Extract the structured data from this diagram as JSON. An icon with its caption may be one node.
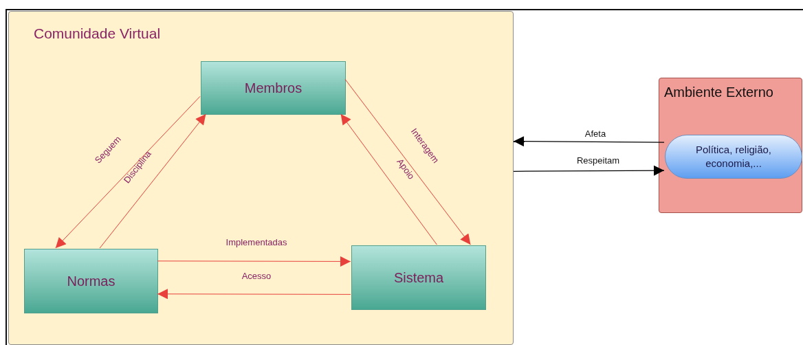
{
  "diagram": {
    "nodes": [
      {
        "text": [
          "Comunidade Virtual"
        ]
      },
      {
        "text": [
          "Membros"
        ],
        "in": 0
      },
      {
        "text": [
          "Normas"
        ],
        "in": 0
      },
      {
        "text": [
          "Sistema"
        ],
        "in": 0
      },
      {
        "text": [
          "Ambiente Externo"
        ]
      },
      {
        "text": [
          "Política, religião, economia,..."
        ],
        "in": 4
      }
    ],
    "edges": [
      {
        "from": 1,
        "to": 2,
        "arrow": "to",
        "label": "Seguem"
      },
      {
        "from": 2,
        "to": 1,
        "arrow": "to",
        "label": "Disciplina"
      },
      {
        "from": 1,
        "to": 3,
        "arrow": "to",
        "label": "Interagem"
      },
      {
        "from": 3,
        "to": 1,
        "arrow": "to",
        "label": "Apoio"
      },
      {
        "from": 2,
        "to": 3,
        "arrow": "to",
        "label": "Implementadas"
      },
      {
        "from": 3,
        "to": 2,
        "arrow": "to",
        "label": "Acesso"
      },
      {
        "from": 5,
        "to": 0,
        "arrow": "to",
        "label": "Afeta",
        "color": "#000000"
      },
      {
        "from": 0,
        "to": 5,
        "arrow": "to",
        "label": "Respeitam",
        "color": "#000000"
      }
    ]
  }
}
